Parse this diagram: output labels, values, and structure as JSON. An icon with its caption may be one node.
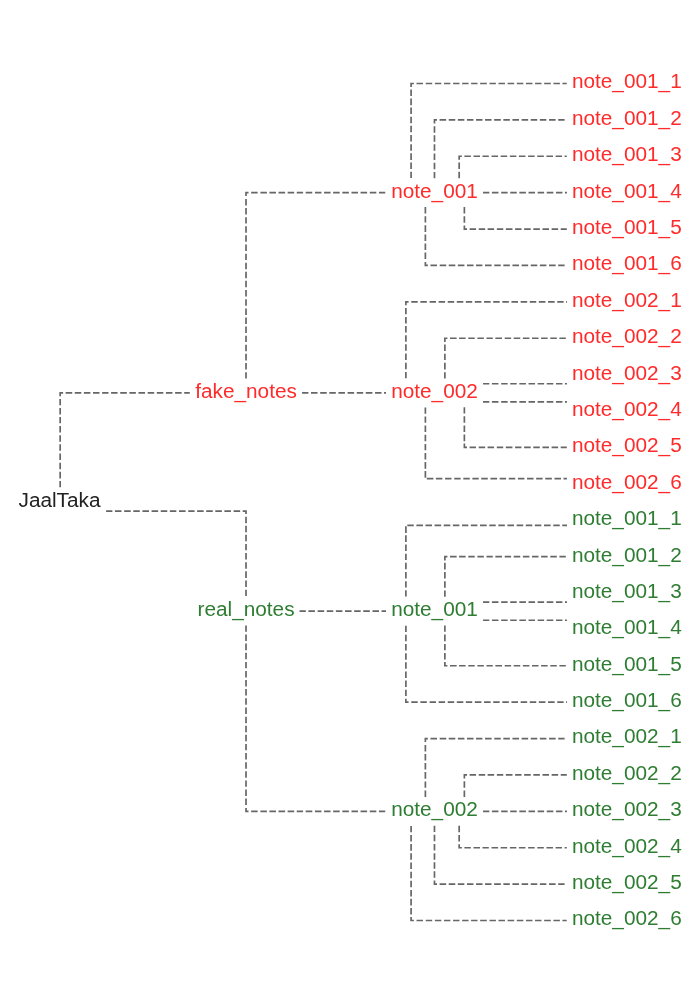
{
  "diagram": {
    "nodes": [
      {
        "text": [
          "JaalTaka"
        ]
      },
      {
        "text": [
          "fake_notes"
        ]
      },
      {
        "text": [
          "note_001"
        ]
      },
      {
        "text": [
          "note_001_1"
        ]
      },
      {
        "text": [
          "note_001_2"
        ]
      },
      {
        "text": [
          "note_001_3"
        ]
      },
      {
        "text": [
          "note_001_4"
        ]
      },
      {
        "text": [
          "note_001_5"
        ]
      },
      {
        "text": [
          "note_001_6"
        ]
      },
      {
        "text": [
          "note_002"
        ]
      },
      {
        "text": [
          "note_002_1"
        ]
      },
      {
        "text": [
          "note_002_2"
        ]
      },
      {
        "text": [
          "note_002_3"
        ]
      },
      {
        "text": [
          "note_002_4"
        ]
      },
      {
        "text": [
          "note_002_5"
        ]
      },
      {
        "text": [
          "note_002_6"
        ]
      },
      {
        "text": [
          "real_notes"
        ]
      },
      {
        "text": [
          "note_001"
        ]
      },
      {
        "text": [
          "note_001_1"
        ]
      },
      {
        "text": [
          "note_001_2"
        ]
      },
      {
        "text": [
          "note_001_3"
        ]
      },
      {
        "text": [
          "note_001_4"
        ]
      },
      {
        "text": [
          "note_001_5"
        ]
      },
      {
        "text": [
          "note_001_6"
        ]
      },
      {
        "text": [
          "note_002"
        ]
      },
      {
        "text": [
          "note_002_1"
        ]
      },
      {
        "text": [
          "note_002_2"
        ]
      },
      {
        "text": [
          "note_002_3"
        ]
      },
      {
        "text": [
          "note_002_4"
        ]
      },
      {
        "text": [
          "note_002_5"
        ]
      },
      {
        "text": [
          "note_002_6"
        ]
      }
    ],
    "edges": [
      {
        "from": 0,
        "to": 1,
        "arrow": "none",
        "style": "dashed"
      },
      {
        "from": 1,
        "to": 2,
        "arrow": "none",
        "style": "dashed"
      },
      {
        "from": 2,
        "to": 3,
        "arrow": "none",
        "style": "dashed"
      },
      {
        "from": 2,
        "to": 4,
        "arrow": "none",
        "style": "dashed"
      },
      {
        "from": 2,
        "to": 5,
        "arrow": "none",
        "style": "dashed"
      },
      {
        "from": 2,
        "to": 6,
        "arrow": "none",
        "style": "dashed"
      },
      {
        "from": 2,
        "to": 7,
        "arrow": "none",
        "style": "dashed"
      },
      {
        "from": 2,
        "to": 8,
        "arrow": "none",
        "style": "dashed"
      },
      {
        "from": 1,
        "to": 9,
        "arrow": "none",
        "style": "dashed"
      },
      {
        "from": 9,
        "to": 10,
        "arrow": "none",
        "style": "dashed"
      },
      {
        "from": 9,
        "to": 11,
        "arrow": "none",
        "style": "dashed"
      },
      {
        "from": 9,
        "to": 12,
        "arrow": "none",
        "style": "dashed"
      },
      {
        "from": 9,
        "to": 13,
        "arrow": "none",
        "style": "dashed"
      },
      {
        "from": 9,
        "to": 14,
        "arrow": "none",
        "style": "dashed"
      },
      {
        "from": 9,
        "to": 15,
        "arrow": "none",
        "style": "dashed"
      },
      {
        "from": 0,
        "to": 16,
        "arrow": "none",
        "style": "dashed"
      },
      {
        "from": 16,
        "to": 17,
        "arrow": "none",
        "style": "dashed"
      },
      {
        "from": 17,
        "to": 18,
        "arrow": "none",
        "style": "dashed"
      },
      {
        "from": 17,
        "to": 19,
        "arrow": "none",
        "style": "dashed"
      },
      {
        "from": 17,
        "to": 20,
        "arrow": "none",
        "style": "dashed"
      },
      {
        "from": 17,
        "to": 21,
        "arrow": "none",
        "style": "dashed"
      },
      {
        "from": 17,
        "to": 22,
        "arrow": "none",
        "style": "dashed"
      },
      {
        "from": 17,
        "to": 23,
        "arrow": "none",
        "style": "dashed"
      },
      {
        "from": 16,
        "to": 24,
        "arrow": "none",
        "style": "dashed"
      },
      {
        "from": 24,
        "to": 25,
        "arrow": "none",
        "style": "dashed"
      },
      {
        "from": 24,
        "to": 26,
        "arrow": "none",
        "style": "dashed"
      },
      {
        "from": 24,
        "to": 27,
        "arrow": "none",
        "style": "dashed"
      },
      {
        "from": 24,
        "to": 28,
        "arrow": "none",
        "style": "dashed"
      },
      {
        "from": 24,
        "to": 29,
        "arrow": "none",
        "style": "dashed"
      },
      {
        "from": 24,
        "to": 30,
        "arrow": "none",
        "style": "dashed"
      }
    ]
  }
}
